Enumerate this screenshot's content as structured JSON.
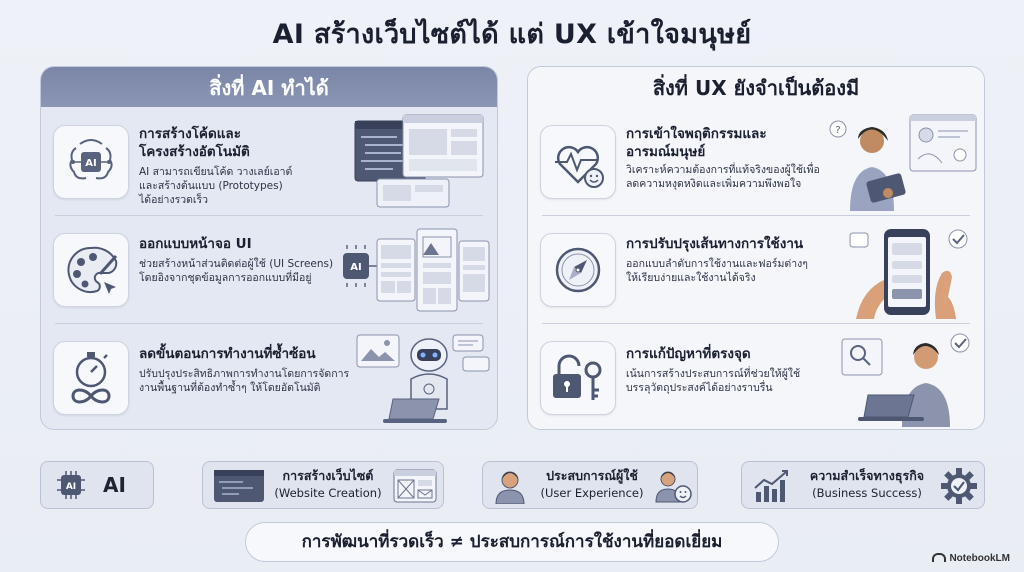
{
  "title": "AI สร้างเว็บไซต์ได้ แต่ UX เข้าใจมนุษย์",
  "left_panel": {
    "heading": "สิ่งที่ AI ทำได้",
    "items": [
      {
        "title_line1": "การสร้างโค้ดและ",
        "title_line2": "โครงสร้างอัตโนมัติ",
        "desc": [
          "AI สามารถเขียนโค้ด วางเลย์เอาต์",
          "และสร้างต้นแบบ (Prototypes)",
          "ได้อย่างรวดเร็ว"
        ],
        "icon": "ai-brain-chip-icon",
        "icon_label": "AI"
      },
      {
        "title_line1": "ออกแบบหน้าจอ UI",
        "desc": [
          "ช่วยสร้างหน้าส่วนติดต่อผู้ใช้ (UI Screens)",
          "โดยอิงจากชุดข้อมูลการออกแบบที่มีอยู่"
        ],
        "icon": "palette-cursor-icon",
        "icon_label": "AI"
      },
      {
        "title_line1": "ลดขั้นตอนการทำงานที่ซ้ำซ้อน",
        "desc": [
          "ปรับปรุงประสิทธิภาพการทำงานโดยการจัดการ",
          "งานพื้นฐานที่ต้องทำซ้ำๆ ให้โดยอัตโนมัติ"
        ],
        "icon": "stopwatch-infinity-icon"
      }
    ]
  },
  "right_panel": {
    "heading": "สิ่งที่ UX ยังจำเป็นต้องมี",
    "items": [
      {
        "title_line1": "การเข้าใจพฤติกรรมและ",
        "title_line2": "อารมณ์มนุษย์",
        "desc": [
          "วิเคราะห์ความต้องการที่แท้จริงของผู้ใช้เพื่อ",
          "ลดความหงุดหงิดและเพิ่มความพึงพอใจ"
        ],
        "icon": "heart-pulse-smile-icon"
      },
      {
        "title_line1": "การปรับปรุงเส้นทางการใช้งาน",
        "desc": [
          "ออกแบบลำดับการใช้งานและฟอร์มต่างๆ",
          "ให้เรียบง่ายและใช้งานได้จริง"
        ],
        "icon": "compass-icon"
      },
      {
        "title_line1": "การแก้ปัญหาที่ตรงจุด",
        "desc": [
          "เน้นการสร้างประสบการณ์ที่ช่วยให้ผู้ใช้",
          "บรรลุวัตถุประสงค์ได้อย่างราบรื่น"
        ],
        "icon": "unlock-key-icon"
      }
    ]
  },
  "legend": {
    "ai": {
      "label": "AI",
      "icon": "ai-chip-icon"
    },
    "website": {
      "title": "การสร้างเว็บไซต์",
      "subtitle": "(Website Creation)",
      "icon": "code-window-icon"
    },
    "ux": {
      "title": "ประสบการณ์ผู้ใช้",
      "subtitle": "(User Experience)",
      "icon": "user-smile-icon"
    },
    "business": {
      "title": "ความสำเร็จทางธุรกิจ",
      "subtitle": "(Business Success)",
      "icon": "growth-chart-gear-icon"
    }
  },
  "bottom_statement": "การพัฒนาที่รวดเร็ว ≠ ประสบการณ์การใช้งานที่ยอดเยี่ยม",
  "brand": "NotebookLM"
}
